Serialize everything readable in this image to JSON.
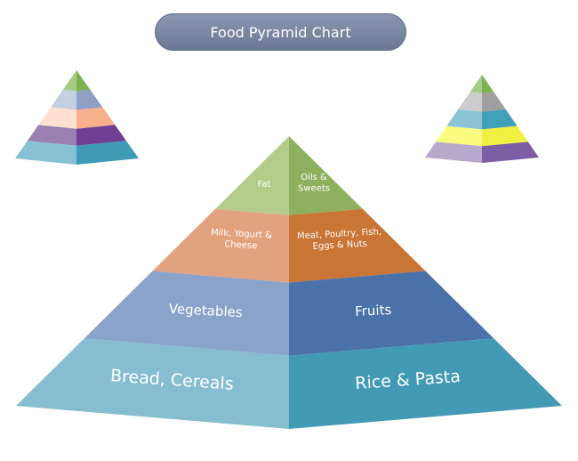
{
  "title": "Food Pyramid Chart",
  "main_pyramid": {
    "levels": [
      {
        "left_label": [
          "Fat"
        ],
        "right_label": [
          "Oils &",
          "Sweets"
        ],
        "left_color": "#b3cc8a",
        "right_color": "#8fb05e"
      },
      {
        "left_label": [
          "Milk, Yogurt &",
          "Cheese"
        ],
        "right_label": [
          "Meat, Poultry, Fish,",
          "Eggs & Nuts"
        ],
        "left_color": "#e3a27e",
        "right_color": "#c87535"
      },
      {
        "left_label": [
          "Vegetables"
        ],
        "right_label": [
          "Fruits"
        ],
        "left_color": "#8aa3cb",
        "right_color": "#4a72a9"
      },
      {
        "left_label": [
          "Bread, Cereals"
        ],
        "right_label": [
          "Rice & Pasta"
        ],
        "left_color": "#86bdd1",
        "right_color": "#439ab4"
      }
    ]
  },
  "small_pyramid_left": {
    "levels": [
      {
        "left_color": "#a6cc83",
        "right_color": "#7fb04f"
      },
      {
        "left_color": "#c4cfe2",
        "right_color": "#8f9fc5"
      },
      {
        "left_color": "#fde0d2",
        "right_color": "#f6b08c"
      },
      {
        "left_color": "#9a80b3",
        "right_color": "#6f3f96"
      },
      {
        "left_color": "#88c0d4",
        "right_color": "#3f9bb5"
      }
    ]
  },
  "small_pyramid_right": {
    "levels": [
      {
        "left_color": "#a6cc83",
        "right_color": "#7fb04f"
      },
      {
        "left_color": "#cccccc",
        "right_color": "#9f9f9f"
      },
      {
        "left_color": "#8cc4d6",
        "right_color": "#40a0b8"
      },
      {
        "left_color": "#fbfb7e",
        "right_color": "#f0f043"
      },
      {
        "left_color": "#b7a9cc",
        "right_color": "#7b5ea4"
      }
    ]
  }
}
